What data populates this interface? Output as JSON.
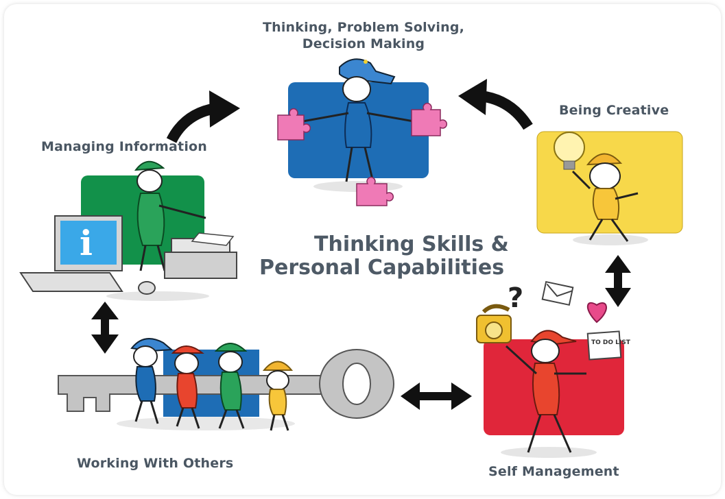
{
  "center_title": {
    "line1": "Thinking Skills &",
    "line2": "Personal Capabilities"
  },
  "nodes": {
    "thinking": {
      "line1": "Thinking, Problem Solving,",
      "line2": "Decision Making",
      "color": "#1e6db5"
    },
    "creative": {
      "label": "Being Creative",
      "color": "#f7d84a"
    },
    "managing": {
      "label": "Managing Information",
      "color": "#12914a"
    },
    "working": {
      "label": "Working With Others",
      "color": "#1e6db5"
    },
    "self": {
      "label": "Self Management",
      "color": "#e0263a"
    }
  },
  "props": {
    "todo_note": "TO DO LIST",
    "monitor_symbol": "i",
    "question_mark": "?"
  },
  "colors": {
    "text": "#4a5662",
    "arrow": "#111111",
    "skin": "#ffffff",
    "puzzle_pink": "#ef7ab6",
    "key_gray": "#b8b8b8"
  }
}
